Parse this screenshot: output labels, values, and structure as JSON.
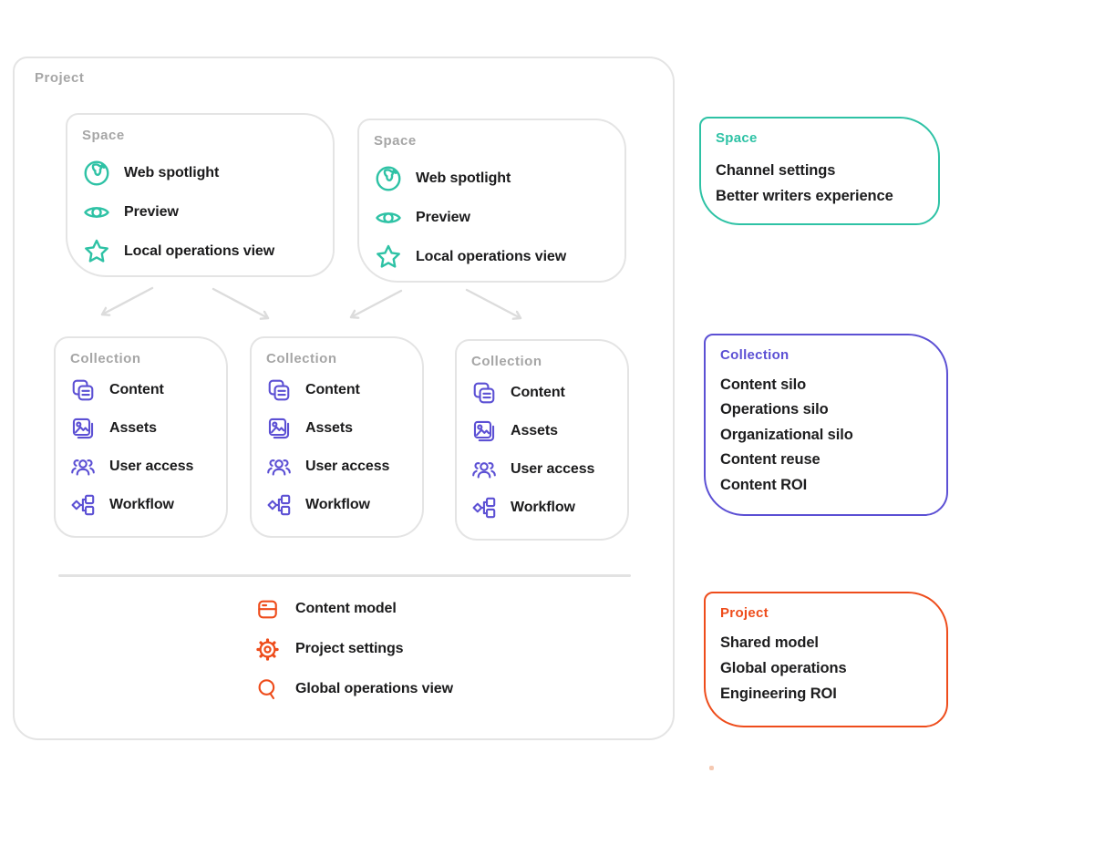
{
  "colors": {
    "teal": "#2EC2A5",
    "purple": "#5C50D4",
    "orange": "#EE4C1B",
    "border_gray": "#E4E4E4",
    "label_gray": "#A6A6A6"
  },
  "project": {
    "label": "Project",
    "spaces": [
      {
        "label": "Space",
        "items": [
          {
            "icon": "globe-icon",
            "label": "Web spotlight"
          },
          {
            "icon": "eye-icon",
            "label": "Preview"
          },
          {
            "icon": "star-icon",
            "label": "Local operations view"
          }
        ]
      },
      {
        "label": "Space",
        "items": [
          {
            "icon": "globe-icon",
            "label": "Web spotlight"
          },
          {
            "icon": "eye-icon",
            "label": "Preview"
          },
          {
            "icon": "star-icon",
            "label": "Local operations view"
          }
        ]
      }
    ],
    "collections": [
      {
        "label": "Collection",
        "items": [
          {
            "icon": "content-icon",
            "label": "Content"
          },
          {
            "icon": "assets-icon",
            "label": "Assets"
          },
          {
            "icon": "users-icon",
            "label": "User access"
          },
          {
            "icon": "workflow-icon",
            "label": "Workflow"
          }
        ]
      },
      {
        "label": "Collection",
        "items": [
          {
            "icon": "content-icon",
            "label": "Content"
          },
          {
            "icon": "assets-icon",
            "label": "Assets"
          },
          {
            "icon": "users-icon",
            "label": "User access"
          },
          {
            "icon": "workflow-icon",
            "label": "Workflow"
          }
        ]
      },
      {
        "label": "Collection",
        "items": [
          {
            "icon": "content-icon",
            "label": "Content"
          },
          {
            "icon": "assets-icon",
            "label": "Assets"
          },
          {
            "icon": "users-icon",
            "label": "User access"
          },
          {
            "icon": "workflow-icon",
            "label": "Workflow"
          }
        ]
      }
    ],
    "footer": {
      "items": [
        {
          "icon": "content-model-icon",
          "label": "Content model"
        },
        {
          "icon": "gear-icon",
          "label": "Project settings"
        },
        {
          "icon": "magnifier-icon",
          "label": "Global operations view"
        }
      ]
    }
  },
  "annotations": [
    {
      "title": "Space",
      "accent": "#2EC2A5",
      "items": [
        "Channel settings",
        "Better writers experience"
      ]
    },
    {
      "title": "Collection",
      "accent": "#5C50D4",
      "items": [
        "Content silo",
        "Operations silo",
        "Organizational silo",
        "Content reuse",
        "Content ROI"
      ]
    },
    {
      "title": "Project",
      "accent": "#EE4C1B",
      "items": [
        "Shared model",
        "Global operations",
        "Engineering ROI"
      ]
    }
  ]
}
